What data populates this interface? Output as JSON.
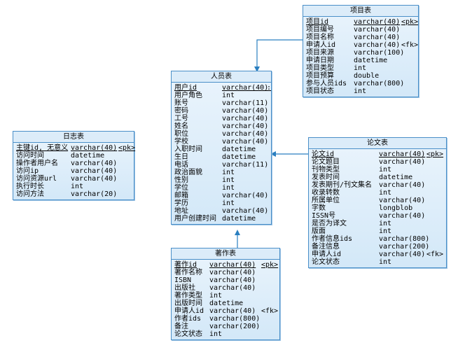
{
  "entities": {
    "project": {
      "title": "项目表",
      "columns": [
        {
          "name": "项目id",
          "type": "varchar(40)",
          "key": "<pk>"
        },
        {
          "name": "项目编号",
          "type": "varchar(40)",
          "key": ""
        },
        {
          "name": "项目名称",
          "type": "varchar(40)",
          "key": ""
        },
        {
          "name": "申请人id",
          "type": "varchar(40)",
          "key": "<fk>"
        },
        {
          "name": "项目来源",
          "type": "varchar(100)",
          "key": ""
        },
        {
          "name": "申请日期",
          "type": "datetime",
          "key": ""
        },
        {
          "name": "项目类型",
          "type": "int",
          "key": ""
        },
        {
          "name": "项目预算",
          "type": "double",
          "key": ""
        },
        {
          "name": "参与人员ids",
          "type": "varchar(800)",
          "key": ""
        },
        {
          "name": "项目状态",
          "type": "int",
          "key": ""
        }
      ]
    },
    "person": {
      "title": "人员表",
      "columns": [
        {
          "name": "用户id",
          "type": "varchar(40)",
          "key": ":"
        },
        {
          "name": "用户角色",
          "type": "int",
          "key": ""
        },
        {
          "name": "账号",
          "type": "varchar(11)",
          "key": ""
        },
        {
          "name": "密码",
          "type": "varchar(40)",
          "key": ""
        },
        {
          "name": "工号",
          "type": "varchar(40)",
          "key": ""
        },
        {
          "name": "姓名",
          "type": "varchar(40)",
          "key": ""
        },
        {
          "name": "职位",
          "type": "varchar(40)",
          "key": ""
        },
        {
          "name": "学校",
          "type": "varchar(40)",
          "key": ""
        },
        {
          "name": "入职时间",
          "type": "datetime",
          "key": ""
        },
        {
          "name": "生日",
          "type": "datetime",
          "key": ""
        },
        {
          "name": "电话",
          "type": "varchar(11)",
          "key": ""
        },
        {
          "name": "政治面貌",
          "type": "int",
          "key": ""
        },
        {
          "name": "性别",
          "type": "int",
          "key": ""
        },
        {
          "name": "学位",
          "type": "int",
          "key": ""
        },
        {
          "name": "邮箱",
          "type": "varchar(40)",
          "key": ""
        },
        {
          "name": "学历",
          "type": "int",
          "key": ""
        },
        {
          "name": "地址",
          "type": "varchar(40)",
          "key": ""
        },
        {
          "name": "用户创建时间",
          "type": "datetime",
          "key": ""
        }
      ]
    },
    "log": {
      "title": "日志表",
      "columns": [
        {
          "name": "主键id, 无意义",
          "type": "varchar(40)",
          "key": "<pk>"
        },
        {
          "name": "访问时间",
          "type": "datetime",
          "key": ""
        },
        {
          "name": "操作者用户名",
          "type": "varchar(40)",
          "key": ""
        },
        {
          "name": "访问ip",
          "type": "varchar(40)",
          "key": ""
        },
        {
          "name": "访问资源url",
          "type": "varchar(40)",
          "key": ""
        },
        {
          "name": "执行时长",
          "type": "int",
          "key": ""
        },
        {
          "name": "访问方法",
          "type": "varchar(20)",
          "key": ""
        }
      ]
    },
    "paper": {
      "title": "论文表",
      "columns": [
        {
          "name": "论文id",
          "type": "varchar(40)",
          "key": "<pk>"
        },
        {
          "name": "论文题目",
          "type": "varchar(40)",
          "key": ""
        },
        {
          "name": "刊物类型",
          "type": "int",
          "key": ""
        },
        {
          "name": "发表时间",
          "type": "datetime",
          "key": ""
        },
        {
          "name": "发表期刊/刊文集名",
          "type": "varchar(40)",
          "key": ""
        },
        {
          "name": "收录转数",
          "type": "int",
          "key": ""
        },
        {
          "name": "所属单位",
          "type": "varchar(40)",
          "key": ""
        },
        {
          "name": "字数",
          "type": "longblob",
          "key": ""
        },
        {
          "name": "ISSN号",
          "type": "varchar(40)",
          "key": ""
        },
        {
          "name": "是否为译文",
          "type": "int",
          "key": ""
        },
        {
          "name": "版面",
          "type": "int",
          "key": ""
        },
        {
          "name": "作者信息ids",
          "type": "varchar(800)",
          "key": ""
        },
        {
          "name": "备注信息",
          "type": "varchar(200)",
          "key": ""
        },
        {
          "name": "申请人id",
          "type": "varchar(40)",
          "key": "<fk>"
        },
        {
          "name": "论文状态",
          "type": "int",
          "key": ""
        }
      ]
    },
    "book": {
      "title": "著作表",
      "columns": [
        {
          "name": "著作id",
          "type": "varchar(40)",
          "key": "<pk>"
        },
        {
          "name": "著作名称",
          "type": "varchar(40)",
          "key": ""
        },
        {
          "name": "ISBN",
          "type": "varchar(40)",
          "key": ""
        },
        {
          "name": "出版社",
          "type": "varchar(40)",
          "key": ""
        },
        {
          "name": "著作类型",
          "type": "int",
          "key": ""
        },
        {
          "name": "出版时间",
          "type": "datetime",
          "key": ""
        },
        {
          "name": "申请人id",
          "type": "varchar(40)",
          "key": "<fk>"
        },
        {
          "name": "作者ids",
          "type": "varchar(800)",
          "key": ""
        },
        {
          "name": "备注",
          "type": "varchar(200)",
          "key": ""
        },
        {
          "name": "论文状态",
          "type": "int",
          "key": ""
        }
      ]
    }
  },
  "colors": {
    "border": "#4a8fc8",
    "fill": "#d3e8f8",
    "connector": "#2a7fc0"
  }
}
